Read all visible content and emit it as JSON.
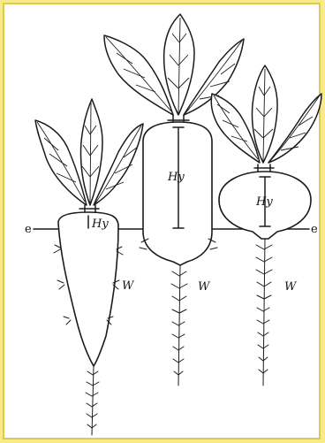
{
  "figure": {
    "ground_line_label_left": "e",
    "ground_line_label_right": "e",
    "plants": [
      {
        "id": "carrot",
        "hypocotyl_label": "Hy",
        "root_label": "W"
      },
      {
        "id": "radish",
        "hypocotyl_label": "Hy",
        "root_label": "W"
      },
      {
        "id": "turnip",
        "hypocotyl_label": "Hy",
        "root_label": "W"
      }
    ]
  },
  "colors": {
    "frame": "#f6ea8a",
    "frame_border": "#dcc94e",
    "paper": "#ffffff",
    "ink": "#1b1b1b"
  }
}
